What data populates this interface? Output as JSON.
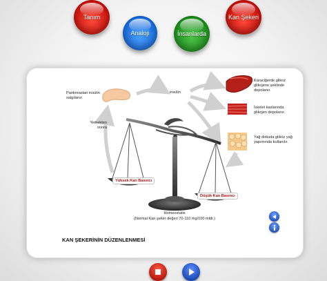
{
  "menu": {
    "tanim": "Tanım",
    "analoji": "Analoji",
    "insanlarda": "İnsanlarda",
    "kan_sekeri": "Kan Şekeri"
  },
  "diagram": {
    "pancreas_label": "Pankreastan insülin salgılanır.",
    "insulin_label": "insülin",
    "after_meal_label": "Yemekten sonra",
    "liver_text": "Karaciğerde glikoz glikojene şeklinde depolanır.",
    "muscle_text": "İskelet kaslarında glikojen depolanır.",
    "fat_text": "Yağ dokuda glikoz yağ yapımında kullanılır.",
    "high_sugar_label": "Yüksek Kan Basıncı",
    "low_sugar_label": "Düşük Kan Basıncı",
    "homeostasis_line1": "Homeostatis",
    "homeostasis_line2": "(Normal Kan şeker değeri 70-110 mg/100 mldr.)",
    "caption": "KAN ŞEKERİNİN DÜZENLENMESİ"
  },
  "colors": {
    "menu_red": "#d81b10",
    "menu_blue": "#1a6fe0",
    "menu_green": "#1f8f1f",
    "label_red": "#b01212",
    "stop_button": "#c51a12",
    "play_button": "#1f55c9"
  },
  "icons": {
    "back": "triangle-left-icon",
    "info": "info-icon",
    "stop": "stop-icon",
    "play": "play-icon"
  }
}
